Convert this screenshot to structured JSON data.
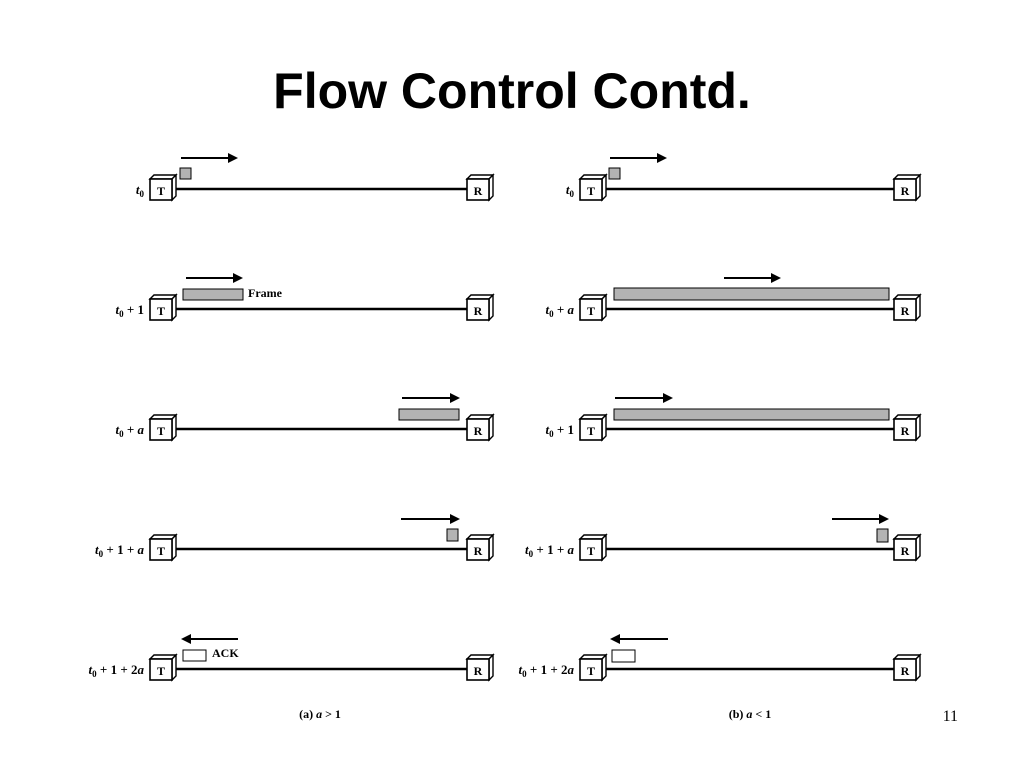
{
  "slide": {
    "title": "Flow Control Contd.",
    "page_number": "11"
  },
  "diagram": {
    "transmitter_label": "T",
    "receiver_label": "R",
    "frame_label": "Frame",
    "ack_label": "ACK",
    "colors": {
      "frame_fill": "#b3b3b3",
      "ack_fill": "#ffffff",
      "line": "#000000"
    },
    "panels": [
      {
        "id": "a",
        "caption_prefix": "(a)",
        "caption_var": "a",
        "caption_rel": "> 1",
        "rows": [
          {
            "time_base": "t",
            "time_sub": "0",
            "time_rest": "",
            "time_var": ""
          },
          {
            "time_base": "t",
            "time_sub": "0",
            "time_rest": " + 1",
            "time_var": ""
          },
          {
            "time_base": "t",
            "time_sub": "0",
            "time_rest": " + ",
            "time_var": "a"
          },
          {
            "time_base": "t",
            "time_sub": "0",
            "time_rest": " + 1 + ",
            "time_var": "a"
          },
          {
            "time_base": "t",
            "time_sub": "0",
            "time_rest": " + 1 + 2",
            "time_var": "a"
          }
        ]
      },
      {
        "id": "b",
        "caption_prefix": "(b)",
        "caption_var": "a",
        "caption_rel": "< 1",
        "rows": [
          {
            "time_base": "t",
            "time_sub": "0",
            "time_rest": "",
            "time_var": ""
          },
          {
            "time_base": "t",
            "time_sub": "0",
            "time_rest": " + ",
            "time_var": "a"
          },
          {
            "time_base": "t",
            "time_sub": "0",
            "time_rest": " + 1",
            "time_var": ""
          },
          {
            "time_base": "t",
            "time_sub": "0",
            "time_rest": " + 1 + ",
            "time_var": "a"
          },
          {
            "time_base": "t",
            "time_sub": "0",
            "time_rest": " + 1 + 2",
            "time_var": "a"
          }
        ]
      }
    ]
  }
}
